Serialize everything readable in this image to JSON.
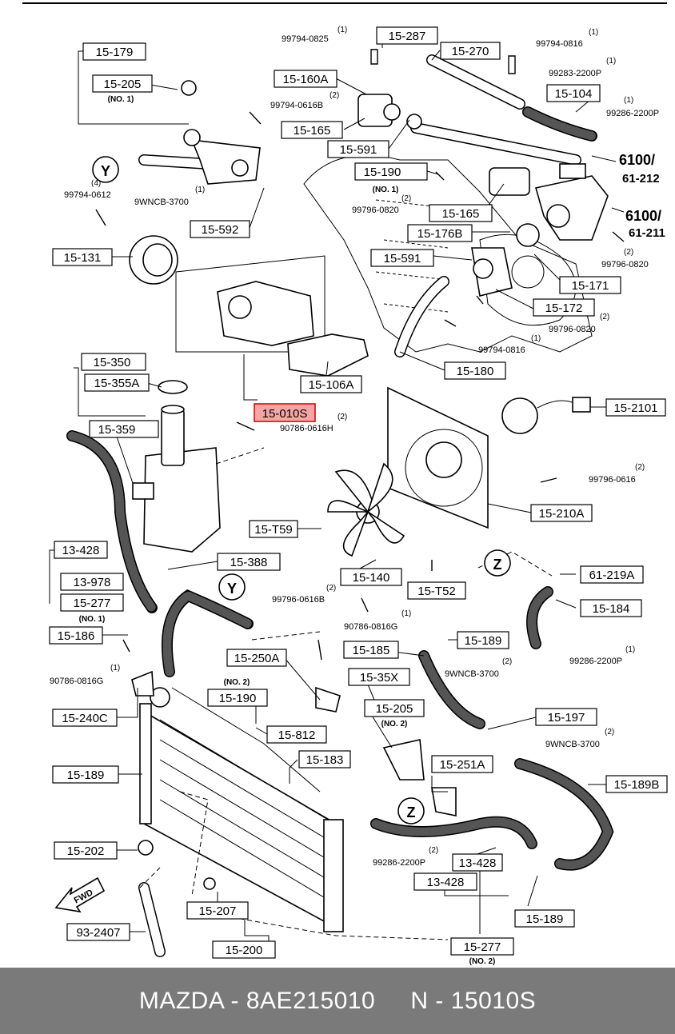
{
  "labels": {
    "l15_179": "15-179",
    "l15_205a": "15-205",
    "l15_205a_sub": "(NO. 1)",
    "l15_287": "15-287",
    "l15_270": "15-270",
    "l15_160a": "15-160A",
    "l15_165a": "15-165",
    "l15_104": "15-104",
    "l15_591a": "15-591",
    "l15_190a": "15-190",
    "l15_190a_sub": "(NO. 1)",
    "l15_165b": "15-165",
    "l15_176b": "15-176B",
    "l15_592": "15-592",
    "l15_131": "15-131",
    "l15_591b": "15-591",
    "l15_171": "15-171",
    "l15_172": "15-172",
    "l15_180": "15-180",
    "l15_106a": "15-106A",
    "l15_010s": "15-010S",
    "l15_350": "15-350",
    "l15_355a": "15-355A",
    "l15_359": "15-359",
    "l15_2101": "15-2101",
    "l15_210a": "15-210A",
    "l15_t59": "15-T59",
    "l13_428a": "13-428",
    "l13_978": "13-978",
    "l15_277a": "15-277",
    "l15_277a_sub": "(NO. 1)",
    "l15_388": "15-388",
    "l15_140": "15-140",
    "l15_t52": "15-T52",
    "l61_219a": "61-219A",
    "l15_184": "15-184",
    "l15_186": "15-186",
    "l15_250a": "15-250A",
    "l15_185": "15-185",
    "l15_189a": "15-189",
    "l15_35x": "15-35X",
    "l15_240c": "15-240C",
    "l15_190b": "15-190",
    "l15_190b_sub": "(NO. 2)",
    "l15_205b": "15-205",
    "l15_205b_sub": "(NO. 2)",
    "l15_197": "15-197",
    "l15_812": "15-812",
    "l15_189b": "15-189",
    "l15_183": "15-183",
    "l15_251a": "15-251A",
    "l15_189c": "15-189B",
    "l15_202": "15-202",
    "l13_428b": "13-428",
    "l13_428c": "13-428",
    "l15_189d": "15-189",
    "l15_207": "15-207",
    "l93_2407": "93-2407",
    "l15_200": "15-200",
    "l15_277b": "15-277",
    "l15_277b_sub": "(NO. 2)"
  },
  "parts": {
    "p1": "99794-0825",
    "p1q": "(1)",
    "p2": "99794-0816",
    "p2q": "(1)",
    "p3": "99283-2200P",
    "p3q": "(1)",
    "p4": "99794-0616B",
    "p4q": "(2)",
    "p5": "99286-2200P",
    "p5q": "(1)",
    "p6": "99794-0612",
    "p6q": "(4)",
    "p7": "9WNCB-3700",
    "p7q": "(1)",
    "p8": "99796-0820",
    "p8q": "(2)",
    "p9": "99796-0820",
    "p9q": "(2)",
    "p10": "99796-0820",
    "p10q": "(2)",
    "p11": "99794-0816",
    "p11q": "(1)",
    "p12": "90786-0616H",
    "p12q": "(2)",
    "p13": "99796-0616",
    "p13q": "(2)",
    "p14": "99796-0616B",
    "p14q": "(2)",
    "p15": "90786-0816G",
    "p15q": "(1)",
    "p16": "99286-2200P",
    "p16q": "(1)",
    "p17": "9WNCB-3700",
    "p17q": "(2)",
    "p18": "90786-0816G",
    "p18q": "(1)",
    "p19": "9WNCB-3700",
    "p19q": "(2)",
    "p20": "99286-2200P",
    "p20q": "(2)"
  },
  "refs": {
    "r6100a": "6100/",
    "r61212": "61-212",
    "r6100b": "6100/",
    "r61211": "61-211",
    "y": "Y",
    "z": "Z",
    "fwd": "FWD"
  },
  "footer": {
    "brand": "MAZDA - 8AE215010",
    "part": "N - 15010S"
  },
  "colors": {
    "highlight": "#f4a6a6",
    "footer_bg": "#7a7a7a"
  }
}
